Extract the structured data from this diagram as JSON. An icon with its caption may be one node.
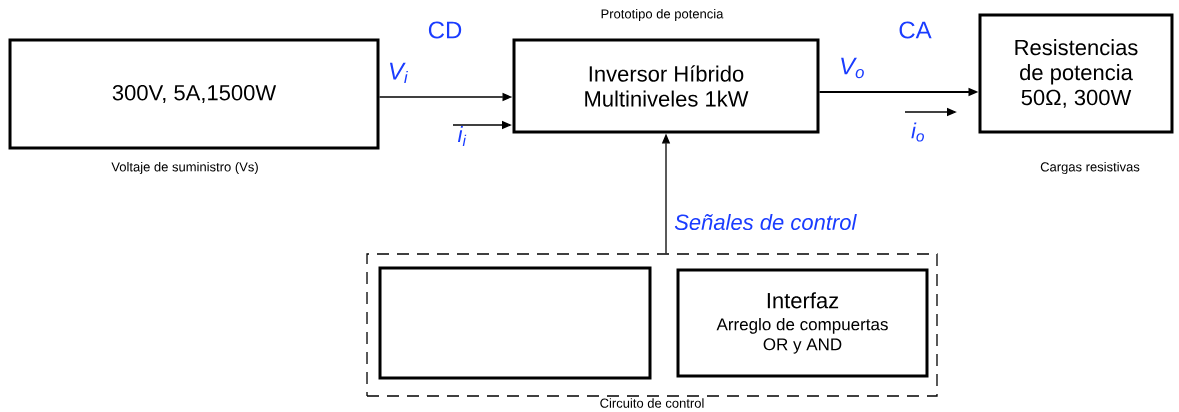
{
  "diagram": {
    "nodes": [
      {
        "text": [
          "300V, 5A,1500W"
        ],
        "beside": [
          "Voltaje de suministro (Vs)"
        ]
      },
      {
        "text": [
          "Inversor Híbrido Multiniveles 1kW"
        ],
        "beside": [
          "Prototipo de potencia"
        ]
      },
      {
        "text": [
          "Resistencias de potencia 50Ω, 300W"
        ],
        "beside": [
          "Cargas resistivas"
        ]
      },
      {
        "text": [],
        "shape": "box",
        "beside": [
          "Circuito de control"
        ]
      },
      {
        "text": [],
        "shape": "box",
        "in": 3
      },
      {
        "text": [
          "Interfaz",
          "Arreglo de compuertas OR y AND"
        ],
        "in": 3
      }
    ],
    "edges": [
      {
        "from": 0,
        "to": 1,
        "arrow": "to",
        "label": "V$_{i}$"
      },
      {
        "from": 1,
        "to": 2,
        "arrow": "to",
        "label": "V$_{o}$"
      },
      {
        "from": 3,
        "to": 1,
        "arrow": "to",
        "label": "Señales de control"
      }
    ],
    "labels": [
      "CD",
      "i$_{i}$",
      "CA",
      "i$_{o}$"
    ]
  }
}
